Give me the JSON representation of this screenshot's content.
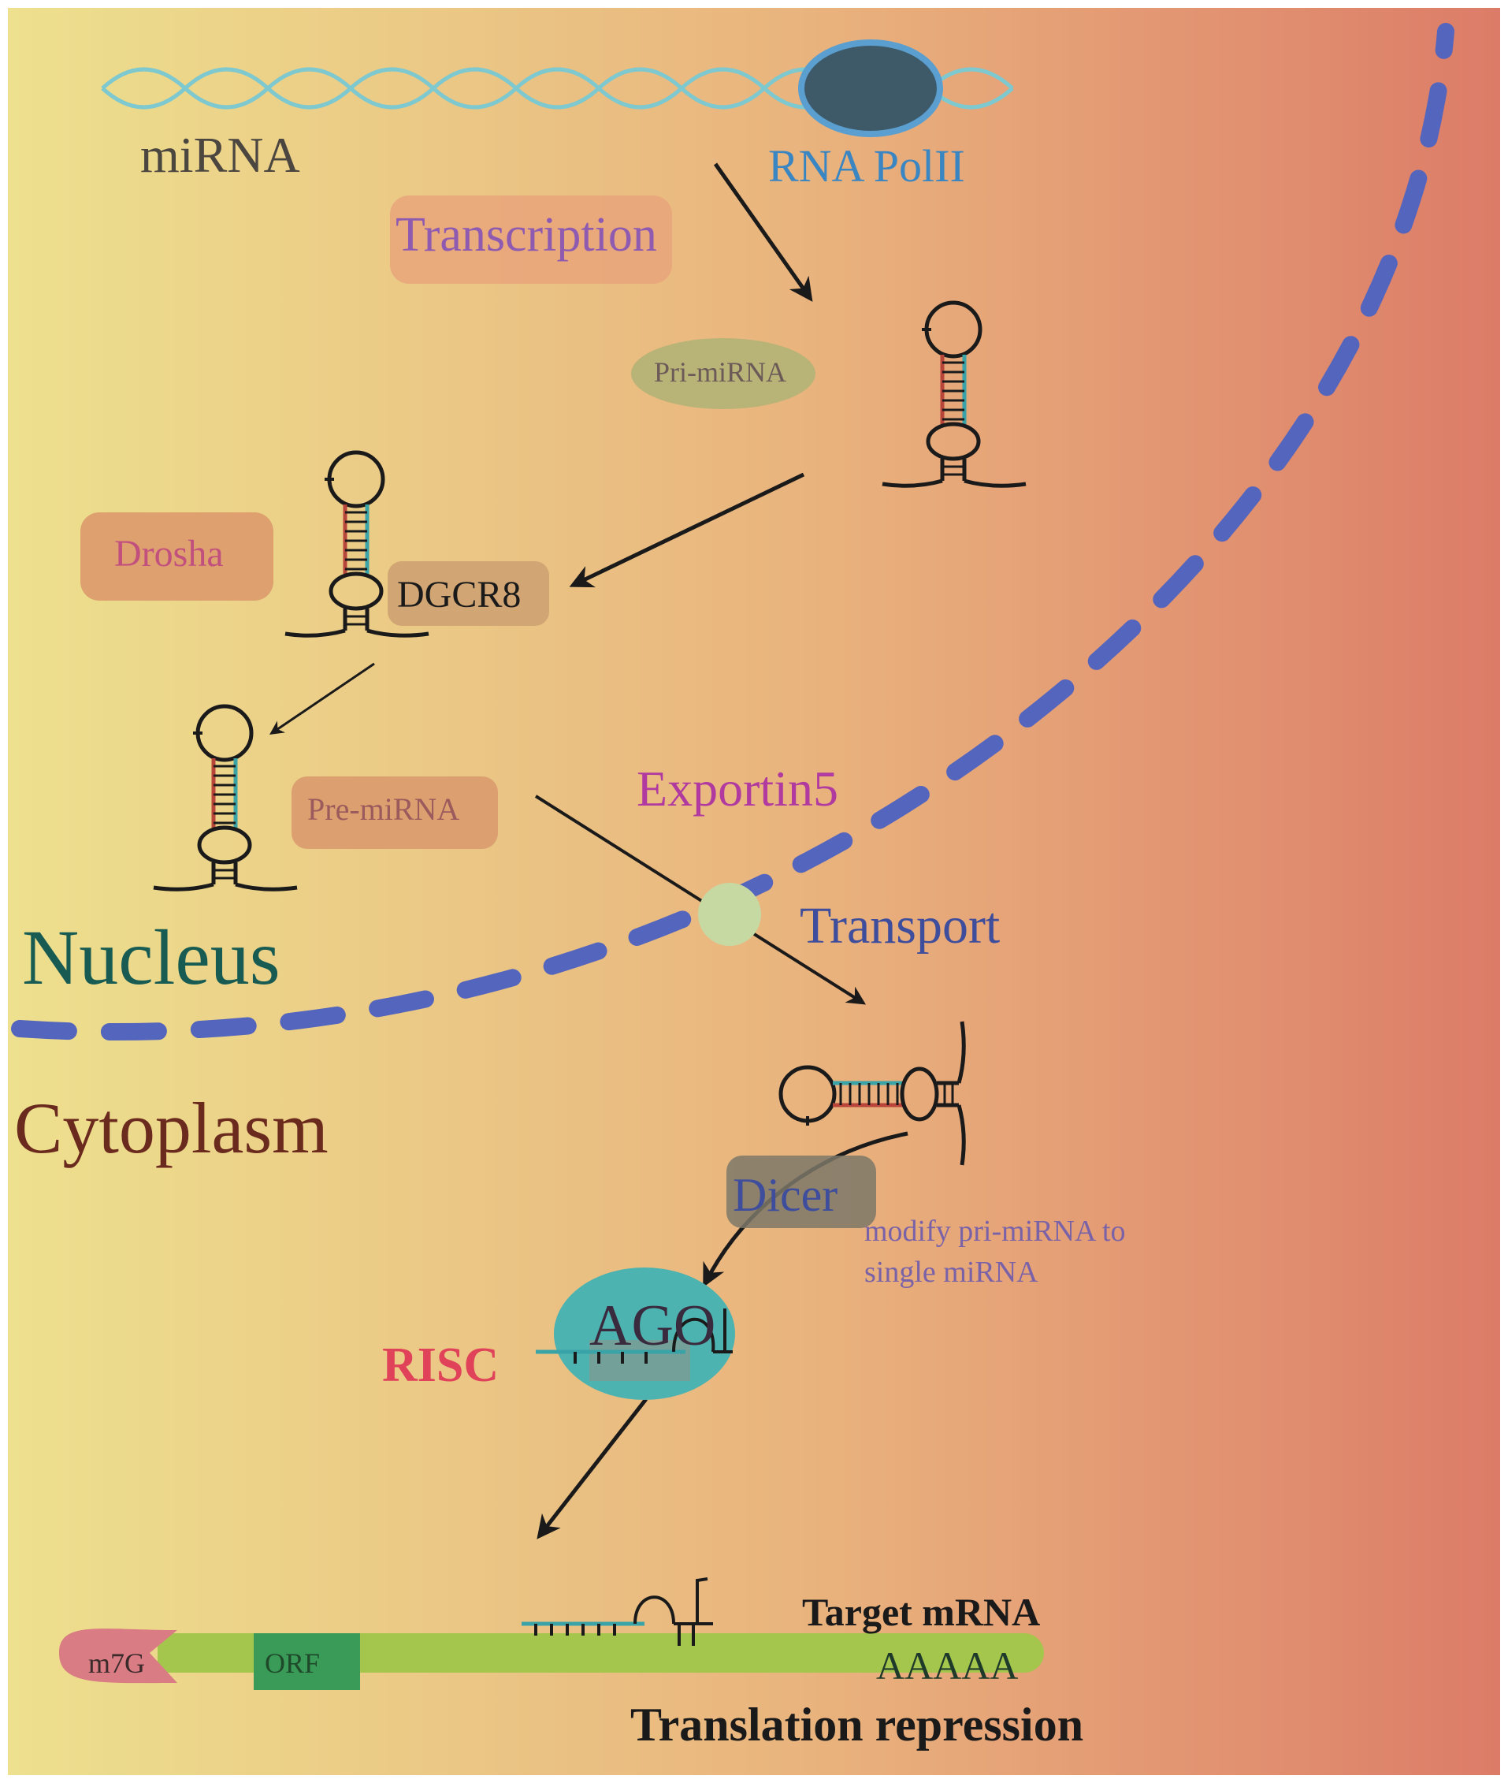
{
  "labels": {
    "mirna": "miRNA",
    "rna_pol": "RNA PolII",
    "transcription": "Transcription",
    "pri_mirna": "Pri-miRNA",
    "drosha": "Drosha",
    "dgcr8": "DGCR8",
    "pre_mirna": "Pre-miRNA",
    "exportin": "Exportin5",
    "transport": "Transport",
    "nucleus": "Nucleus",
    "cytoplasm": "Cytoplasm",
    "dicer": "Dicer",
    "dicer_note_line1": "modify pri-miRNA to",
    "dicer_note_line2": "single miRNA",
    "ago": "AGO",
    "risc": "RISC",
    "target_mrna": "Target mRNA",
    "m7g": "m7G",
    "orf": "ORF",
    "polya": "AAAAA",
    "translation_repression": "Translation repression"
  },
  "colors": {
    "background_left": "#ede08e",
    "background_mid": "#e9b27d",
    "background_right": "#dc7c68",
    "nuclear_membrane": "#5465bd",
    "dna_strand": "#7ec8cf",
    "polymerase": "#3e5a68",
    "polymerase_outline": "#5a9fd0",
    "strand_red": "#b8453a",
    "strand_teal": "#3aa3a7",
    "mrna": "#a4c64c",
    "orf_box": "#3a9a58",
    "m7g_cap": "#d97c84",
    "ago": "#4db3b0",
    "exportin_pore": "#c6d9a2"
  }
}
